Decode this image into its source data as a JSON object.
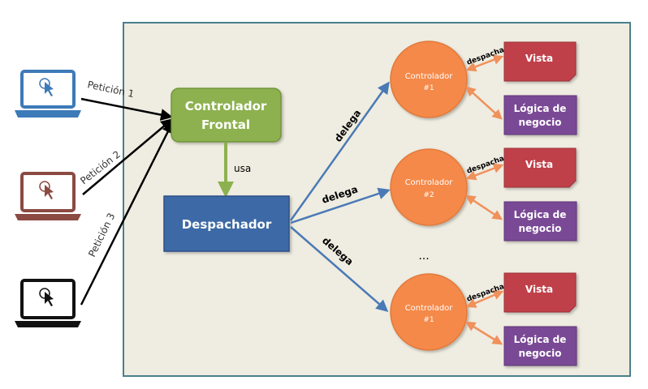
{
  "clients": [
    {
      "request_label": "Petición 1",
      "color": "#3d7ab8"
    },
    {
      "request_label": "Petición 2",
      "color": "#8b4a42"
    },
    {
      "request_label": "Petición 3",
      "color": "#111111"
    }
  ],
  "front_controller": {
    "line1": "Controlador",
    "line2": "Frontal",
    "color": "#8db150"
  },
  "uses_label": "usa",
  "dispatcher": {
    "label": "Despachador",
    "color": "#3d6aa6"
  },
  "delegate_label": "delega",
  "ellipsis": "...",
  "controllers": [
    {
      "line1": "Controlador",
      "line2": "#1",
      "view_label": "Vista",
      "logic_line1": "Lógica de",
      "logic_line2": "negocio",
      "dispatch_label": "despacha"
    },
    {
      "line1": "Controlador",
      "line2": "#2",
      "view_label": "Vista",
      "logic_line1": "Lógica de",
      "logic_line2": "negocio",
      "dispatch_label": "despacha"
    },
    {
      "line1": "Controlador",
      "line2": "#1",
      "view_label": "Vista",
      "logic_line1": "Lógica de",
      "logic_line2": "negocio",
      "dispatch_label": "despacha"
    }
  ],
  "colors": {
    "container_bg": "#efece1",
    "container_border": "#4a7f8c",
    "controller_fill": "#f5894a",
    "view_fill": "#c0414a",
    "logic_fill": "#7a4a95",
    "arrow_blue": "#4a7ab5",
    "arrow_orange": "#f0905a",
    "arrow_green": "#8db150"
  }
}
